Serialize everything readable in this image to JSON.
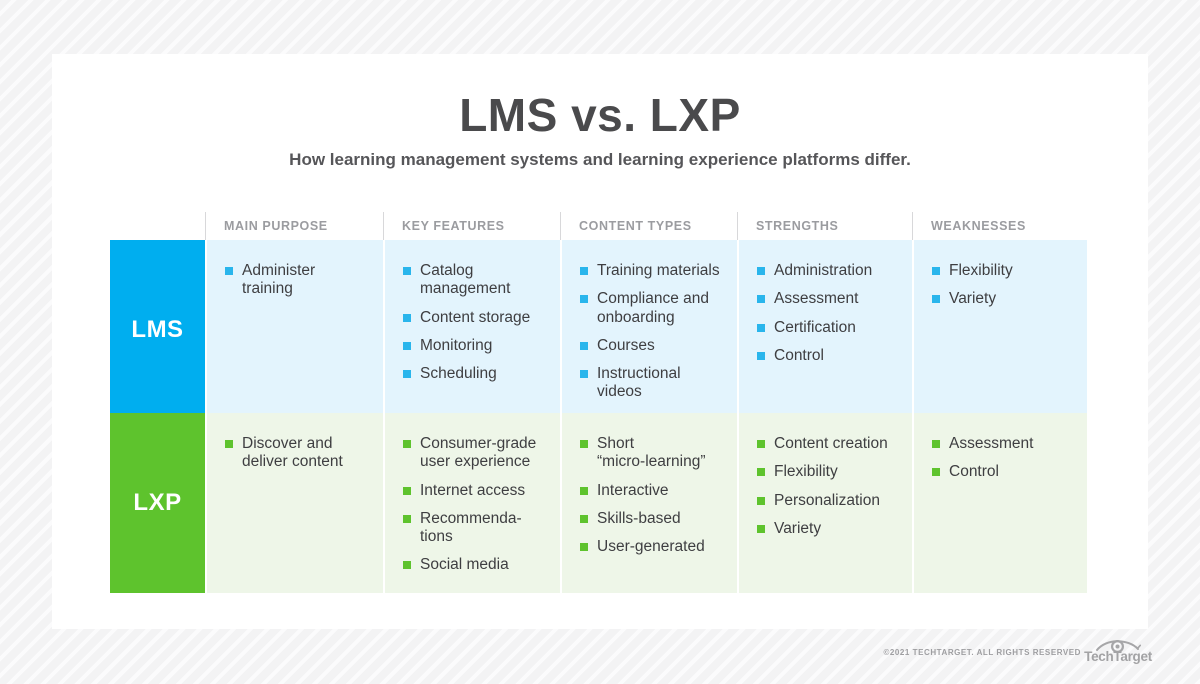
{
  "title": "LMS vs. LXP",
  "subtitle": "How learning management systems and learning experience platforms differ.",
  "table": {
    "columns": [
      "MAIN PURPOSE",
      "KEY FEATURES",
      "CONTENT TYPES",
      "STRENGTHS",
      "WEAKNESSES"
    ],
    "rows": [
      {
        "label": "LMS",
        "colors": {
          "accent": "#00aeef",
          "row_bg": "#e3f4fd",
          "bullet": "#29b5ec"
        },
        "cells": [
          [
            "Administer\ntraining"
          ],
          [
            "Catalog\nmanagement",
            "Content storage",
            "Monitoring",
            "Scheduling"
          ],
          [
            "Training materials",
            "Compliance and\nonboarding",
            "Courses",
            "Instructional\nvideos"
          ],
          [
            "Administration",
            "Assessment",
            "Certification",
            "Control"
          ],
          [
            "Flexibility",
            "Variety"
          ]
        ]
      },
      {
        "label": "LXP",
        "colors": {
          "accent": "#5ec32d",
          "row_bg": "#eef6e8",
          "bullet": "#5ec32d"
        },
        "cells": [
          [
            "Discover and\ndeliver content"
          ],
          [
            "Consumer-grade\nuser experience",
            "Internet access",
            "Recommenda-\ntions",
            "Social media"
          ],
          [
            "Short\n“micro-learning”",
            "Interactive",
            "Skills-based",
            "User-generated"
          ],
          [
            "Content creation",
            "Flexibility",
            "Personalization",
            "Variety"
          ],
          [
            "Assessment",
            "Control"
          ]
        ]
      }
    ]
  },
  "footer": {
    "copyright": "©2021 TECHTARGET. ALL RIGHTS RESERVED",
    "logo_text": "TechTarget"
  }
}
